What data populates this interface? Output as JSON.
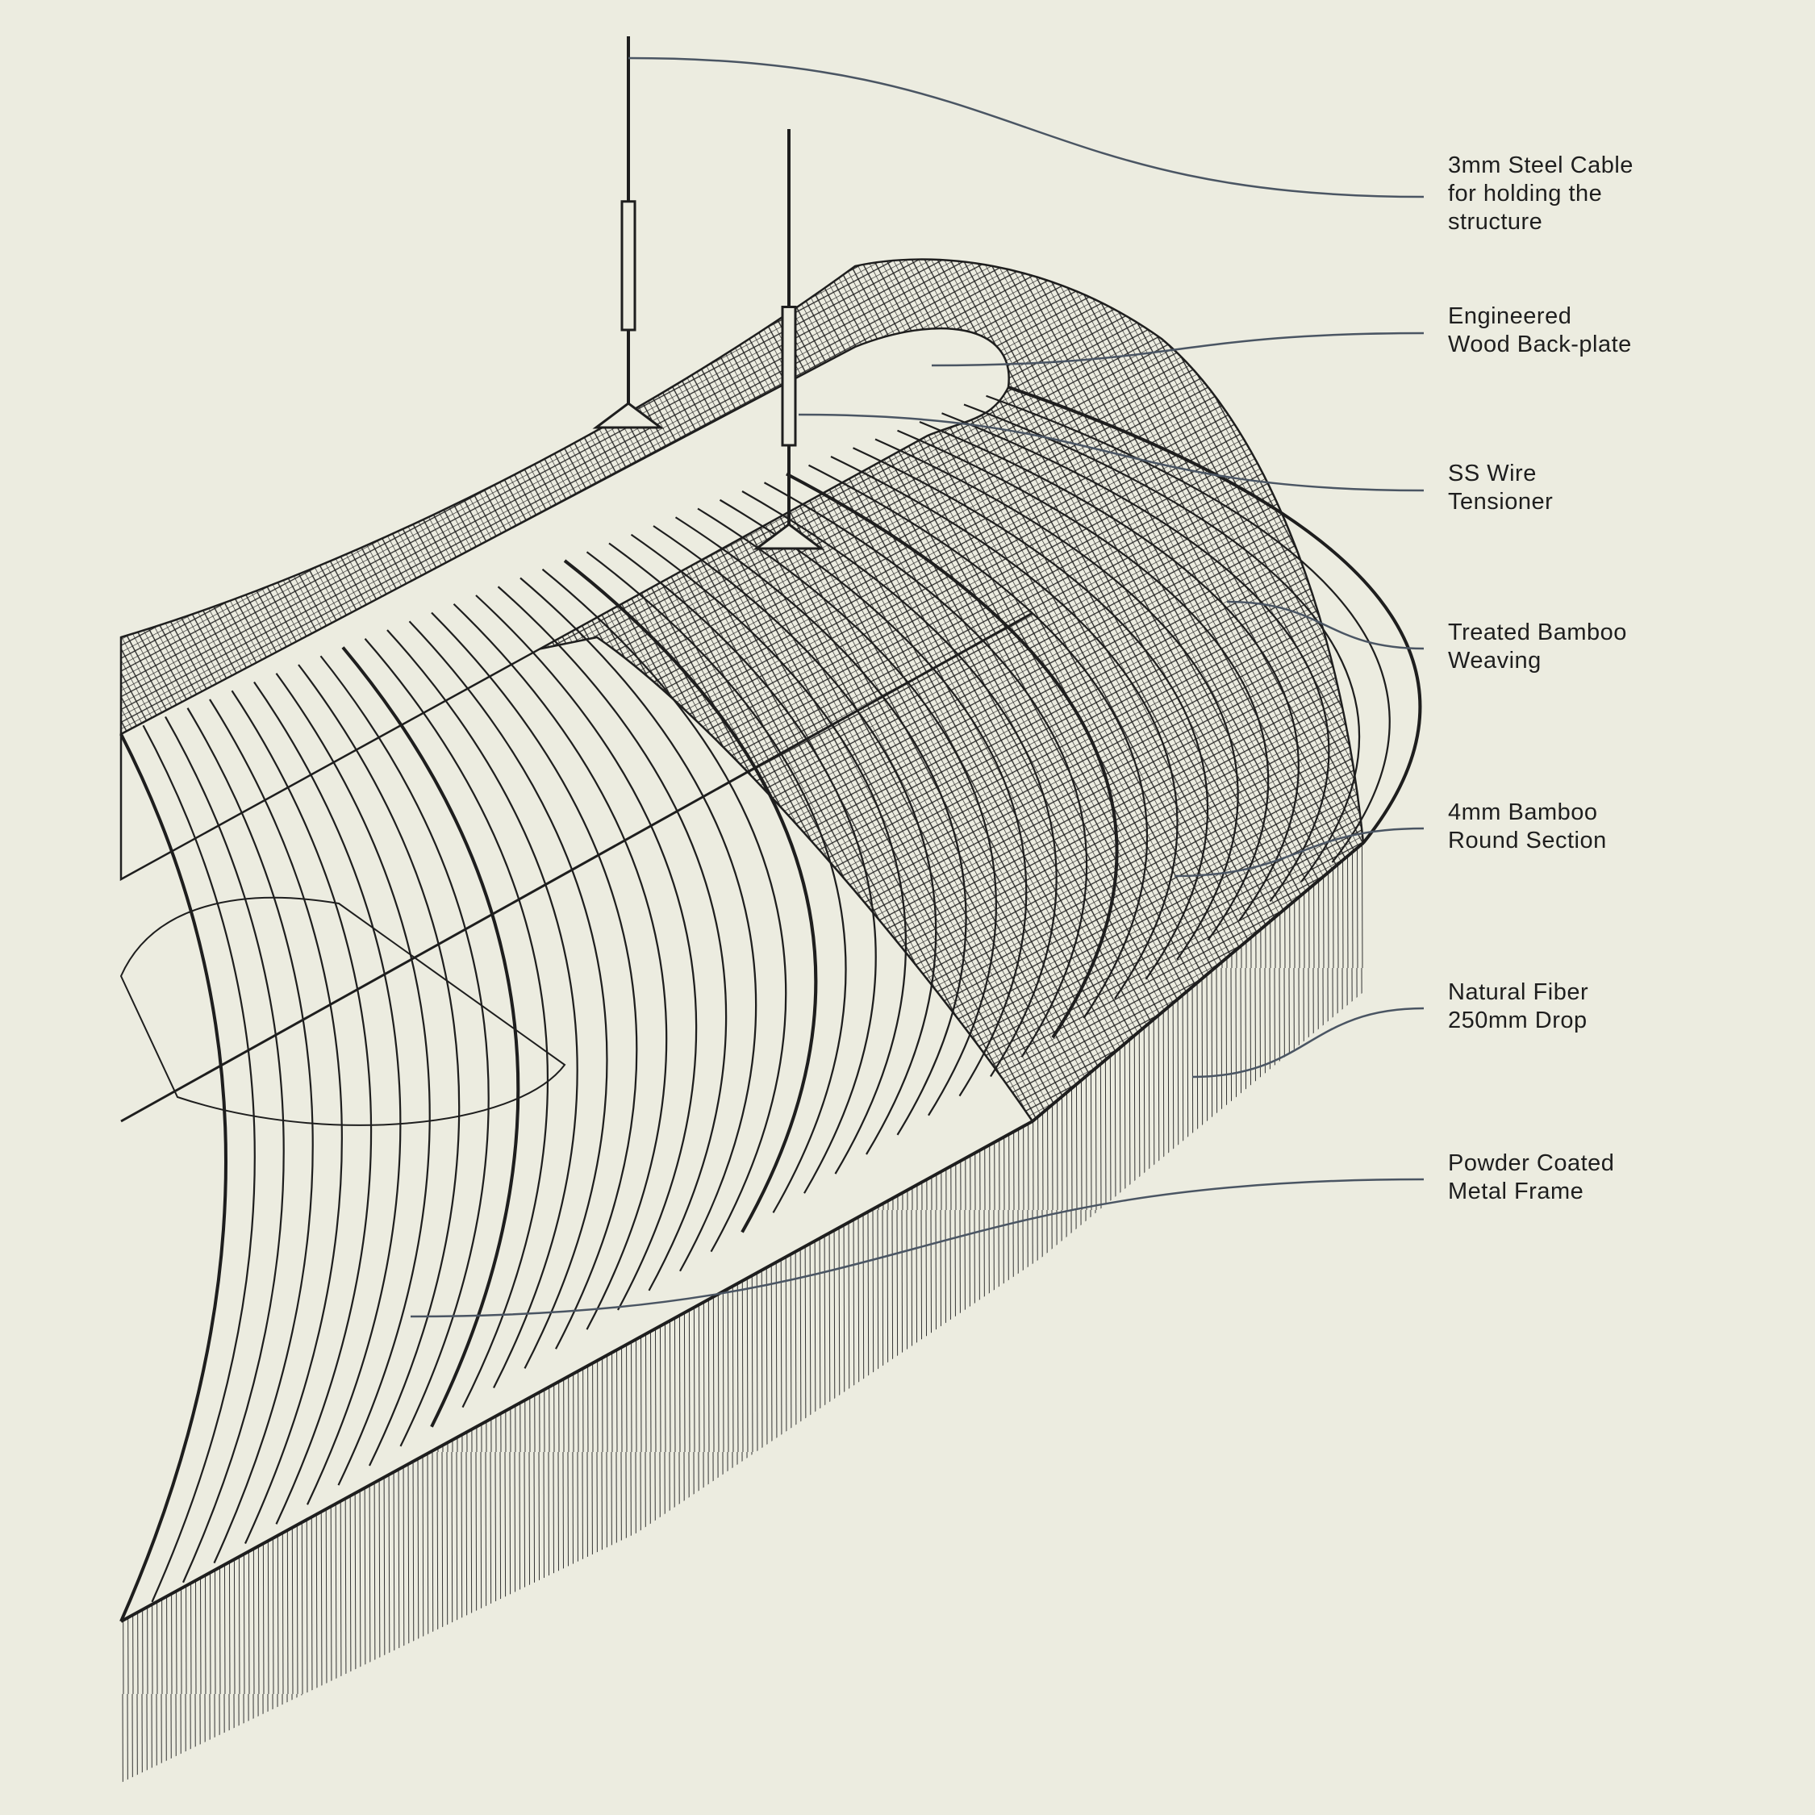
{
  "colors": {
    "background": "#ecece0",
    "leader": "#4a5563",
    "ink": "#1e1e1e"
  },
  "labels": [
    {
      "id": "steel-cable",
      "lines": [
        "3mm Steel Cable",
        "for holding the",
        "structure"
      ]
    },
    {
      "id": "wood-backplate",
      "lines": [
        "Engineered",
        "Wood Back-plate"
      ]
    },
    {
      "id": "wire-tensioner",
      "lines": [
        "SS Wire",
        "Tensioner"
      ]
    },
    {
      "id": "bamboo-weaving",
      "lines": [
        "Treated Bamboo",
        "Weaving"
      ]
    },
    {
      "id": "bamboo-round",
      "lines": [
        "4mm Bamboo",
        "Round Section"
      ]
    },
    {
      "id": "natural-fiber",
      "lines": [
        "Natural Fiber",
        "250mm Drop"
      ]
    },
    {
      "id": "metal-frame",
      "lines": [
        "Powder Coated",
        "Metal Frame"
      ]
    }
  ]
}
